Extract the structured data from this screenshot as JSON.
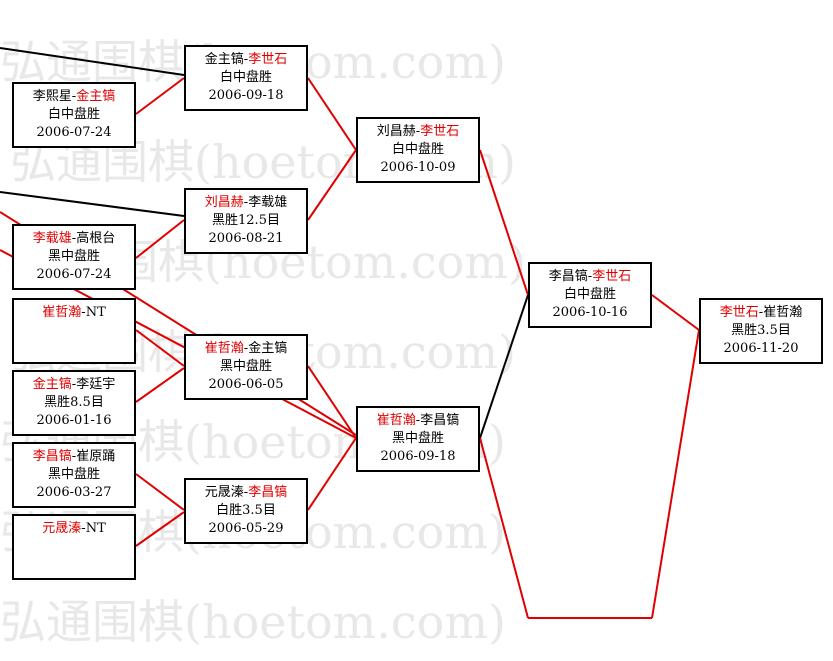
{
  "watermark": "弘通围棋(hoetom.com)",
  "colors": {
    "winner": "#e00000",
    "line_win": "#e00000",
    "line_other": "#000000",
    "watermark": "#e8e8e8"
  },
  "matches": [
    {
      "id": "m1",
      "p1": "李熙星",
      "p2": "金主镐",
      "winner": 2,
      "result": "白中盘胜",
      "date": "2006-07-24"
    },
    {
      "id": "m2",
      "p1": "李载雄",
      "p2": "高根台",
      "winner": 1,
      "result": "黑中盘胜",
      "date": "2006-07-24"
    },
    {
      "id": "m3",
      "p1": "崔哲瀚",
      "p2": "NT",
      "winner": 1,
      "result": "",
      "date": ""
    },
    {
      "id": "m4",
      "p1": "金主镐",
      "p2": "李廷宇",
      "winner": 1,
      "result": "黑胜8.5目",
      "date": "2006-01-16"
    },
    {
      "id": "m5",
      "p1": "李昌镐",
      "p2": "崔原踊",
      "winner": 1,
      "result": "黑中盘胜",
      "date": "2006-03-27"
    },
    {
      "id": "m6",
      "p1": "元晟溱",
      "p2": "NT",
      "winner": 1,
      "result": "",
      "date": ""
    },
    {
      "id": "m7",
      "p1": "金主镐",
      "p2": "李世石",
      "winner": 2,
      "result": "白中盘胜",
      "date": "2006-09-18"
    },
    {
      "id": "m8",
      "p1": "刘昌赫",
      "p2": "李载雄",
      "winner": 1,
      "result": "黑胜12.5目",
      "date": "2006-08-21"
    },
    {
      "id": "m9",
      "p1": "崔哲瀚",
      "p2": "金主镐",
      "winner": 1,
      "result": "黑中盘胜",
      "date": "2006-06-05"
    },
    {
      "id": "m10",
      "p1": "元晟溱",
      "p2": "李昌镐",
      "winner": 2,
      "result": "白胜3.5目",
      "date": "2006-05-29"
    },
    {
      "id": "m11",
      "p1": "刘昌赫",
      "p2": "李世石",
      "winner": 2,
      "result": "白中盘胜",
      "date": "2006-10-09"
    },
    {
      "id": "m12",
      "p1": "崔哲瀚",
      "p2": "李昌镐",
      "winner": 1,
      "result": "黑中盘胜",
      "date": "2006-09-18"
    },
    {
      "id": "m13",
      "p1": "李昌镐",
      "p2": "李世石",
      "winner": 2,
      "result": "白中盘胜",
      "date": "2006-10-16"
    },
    {
      "id": "m14",
      "p1": "李世石",
      "p2": "崔哲瀚",
      "winner": 1,
      "result": "黑胜3.5目",
      "date": "2006-11-20"
    }
  ]
}
